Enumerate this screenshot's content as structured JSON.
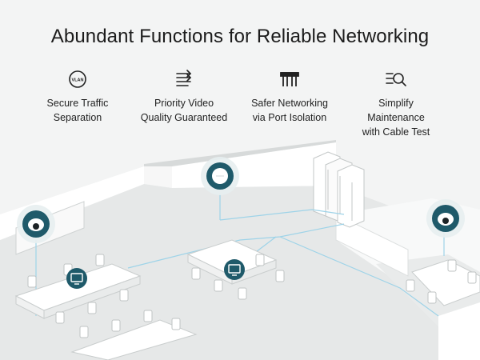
{
  "headline": "Abundant Functions for Reliable Networking",
  "features": [
    {
      "icon": "vlan-badge-icon",
      "icon_text": "VLAN",
      "line1": "Secure Traffic",
      "line2": "Separation",
      "line3": ""
    },
    {
      "icon": "priority-arrows-icon",
      "icon_text": "",
      "line1": "Priority Video",
      "line2": "Quality Guaranteed",
      "line3": ""
    },
    {
      "icon": "port-isolation-icon",
      "icon_text": "",
      "line1": "Safer Networking",
      "line2": "via Port Isolation",
      "line3": ""
    },
    {
      "icon": "cable-test-search-icon",
      "icon_text": "",
      "line1": "Simplify",
      "line2": "Maintenance",
      "line3": "with Cable Test"
    }
  ],
  "colors": {
    "accent": "#1f5a6a",
    "background": "#f3f4f4",
    "connection_line": "#9ed3e8"
  }
}
